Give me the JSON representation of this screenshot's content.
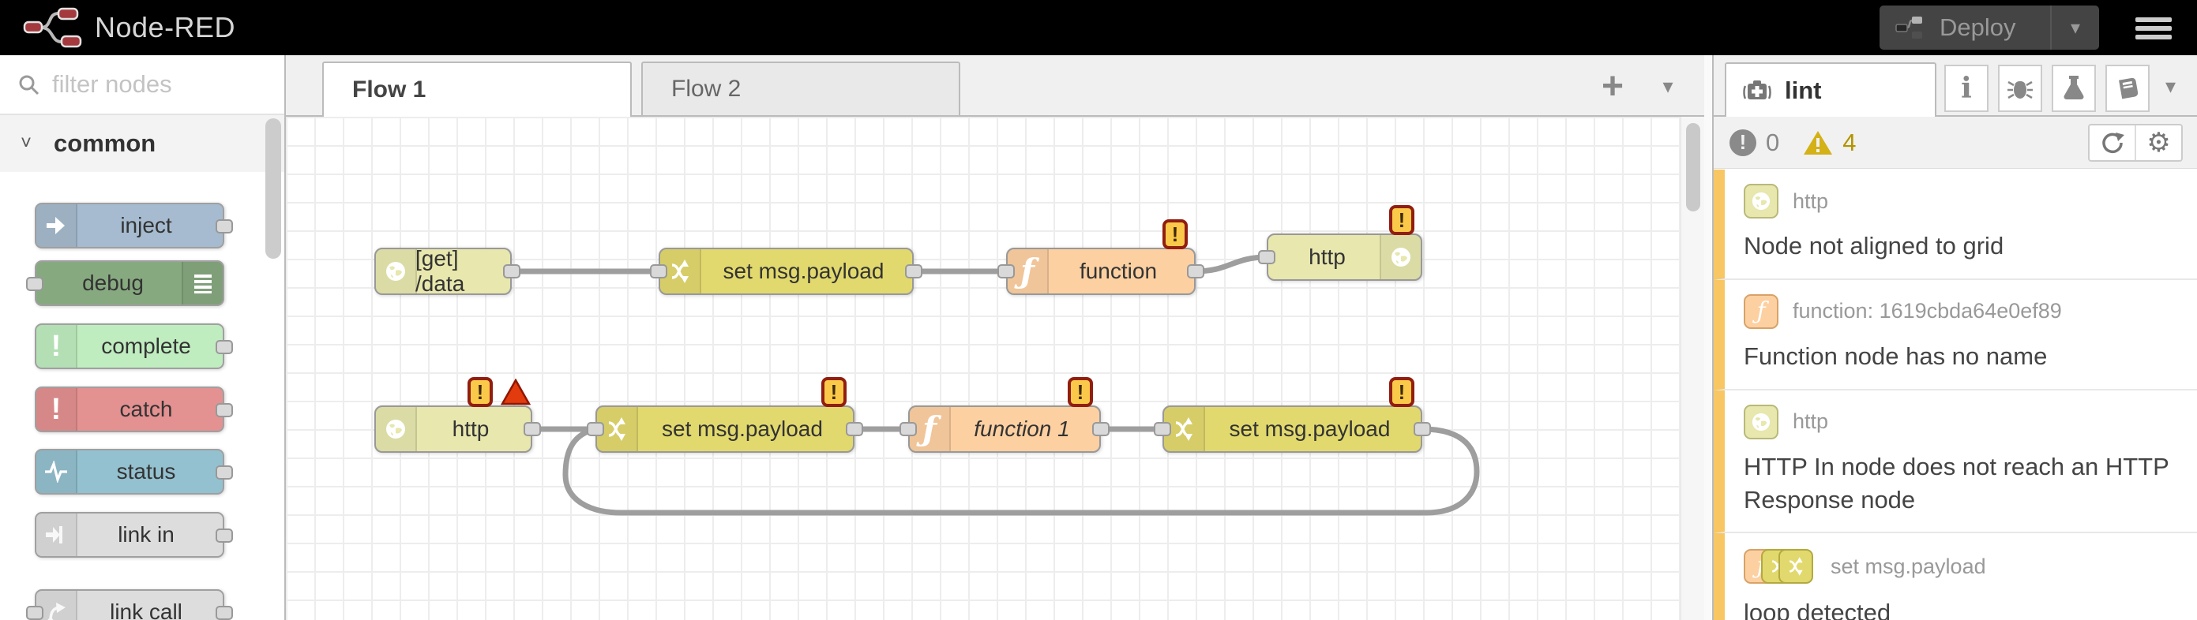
{
  "icons": {
    "warning_glyph": "!",
    "chevron_down": "▾",
    "plus": "+",
    "exclamation_glyph": "!",
    "function_glyph": "ƒ"
  },
  "header": {
    "app_title": "Node-RED",
    "deploy_label": "Deploy"
  },
  "palette": {
    "search_placeholder": "filter nodes",
    "category_label": "common",
    "nodes": [
      {
        "label": "inject",
        "color": "#a6bbcf"
      },
      {
        "label": "debug",
        "color": "#87a980"
      },
      {
        "label": "complete",
        "color": "#c0edc0"
      },
      {
        "label": "catch",
        "color": "#e49191"
      },
      {
        "label": "status",
        "color": "#94c1d0"
      },
      {
        "label": "link in",
        "color": "#dddddd"
      },
      {
        "label": "link call",
        "color": "#dddddd"
      }
    ]
  },
  "workspace": {
    "tabs": [
      {
        "label": "Flow 1",
        "active": true
      },
      {
        "label": "Flow 2",
        "active": false
      }
    ],
    "nodes": [
      {
        "label": "[get] /data",
        "type": "http in",
        "color": "#e7e7ae",
        "warning": false
      },
      {
        "label": "set msg.payload",
        "type": "change",
        "color": "#e2d96e",
        "warning": false
      },
      {
        "label": "function",
        "type": "function",
        "color": "#fdd0a2",
        "warning": true
      },
      {
        "label": "http",
        "type": "http response",
        "color": "#e7e7ae",
        "warning": true
      },
      {
        "label": "http",
        "type": "http in",
        "color": "#e7e7ae",
        "warning": true,
        "error_triangle": true
      },
      {
        "label": "set msg.payload",
        "type": "change",
        "color": "#e2d96e",
        "warning": true
      },
      {
        "label": "function 1",
        "type": "function",
        "color": "#fdd0a2",
        "warning": true
      },
      {
        "label": "set msg.payload",
        "type": "change",
        "color": "#e2d96e",
        "warning": true
      }
    ]
  },
  "sidebar": {
    "tab_label": "lint",
    "error_count": "0",
    "warning_count": "4",
    "issues": [
      {
        "node_label": "http",
        "node_type": "http in",
        "message": "Node not aligned to grid"
      },
      {
        "node_label": "function: 1619cbda64e0ef89",
        "node_type": "function",
        "message": "Function node has no name"
      },
      {
        "node_label": "http",
        "node_type": "http in",
        "message": "HTTP In node does not reach an HTTP Response node"
      },
      {
        "node_label": "set msg.payload",
        "node_type": "multiple",
        "message": "loop detected"
      }
    ]
  },
  "colors": {
    "warning_badge_bg": "#fbc94a",
    "warning_badge_border": "#911e10",
    "error_triangle": "#e23b0e",
    "issue_stripe": "#f8c662",
    "warning_count": "#b29400",
    "wire": "#9e9e9e"
  }
}
